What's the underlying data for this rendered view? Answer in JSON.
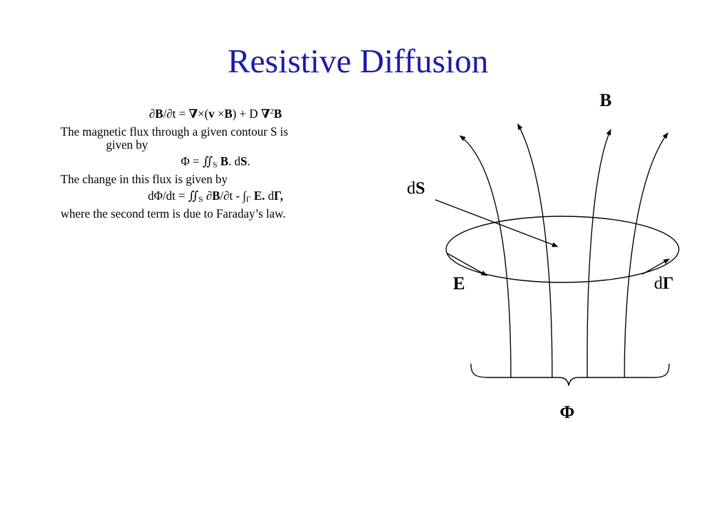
{
  "slide": {
    "title": "Resistive Diffusion"
  },
  "body": {
    "equation1": {
      "p1": "∂",
      "p2": "B",
      "p3": "/∂t = ",
      "p4": "∇",
      "p5": "×(",
      "p6": "v",
      "p7": " ×",
      "p8": "B",
      "p9": ") + D ",
      "p10": "∇",
      "p11": "2",
      "p12": "B"
    },
    "line1": "The magnetic flux through a given contour S is",
    "line1_cont": "given by",
    "equation2": {
      "p1": "Φ = ∬",
      "sub": "S",
      "p2": " ",
      "p3": "B",
      "p4": ". d",
      "p5": "S",
      "p6": "."
    },
    "line2": "The change in this flux is given by",
    "equation3": {
      "p1": "dΦ/dt = ∬",
      "sub1": "S",
      "p2": " ∂",
      "p3": "B",
      "p4": "/∂t  - ∫",
      "sub2": "Γ",
      "p5": " ",
      "p6": "E.",
      "p7": " d",
      "p8": "Γ,"
    },
    "line3": "where the second term is due to Faraday’s law."
  },
  "diagram": {
    "label_B": "B",
    "label_dS_d": "d",
    "label_dS_S": "S",
    "label_E": "E",
    "label_dGamma_d": "d",
    "label_dGamma_G": "Γ",
    "label_Phi": "Φ",
    "line_color": "#000000"
  }
}
